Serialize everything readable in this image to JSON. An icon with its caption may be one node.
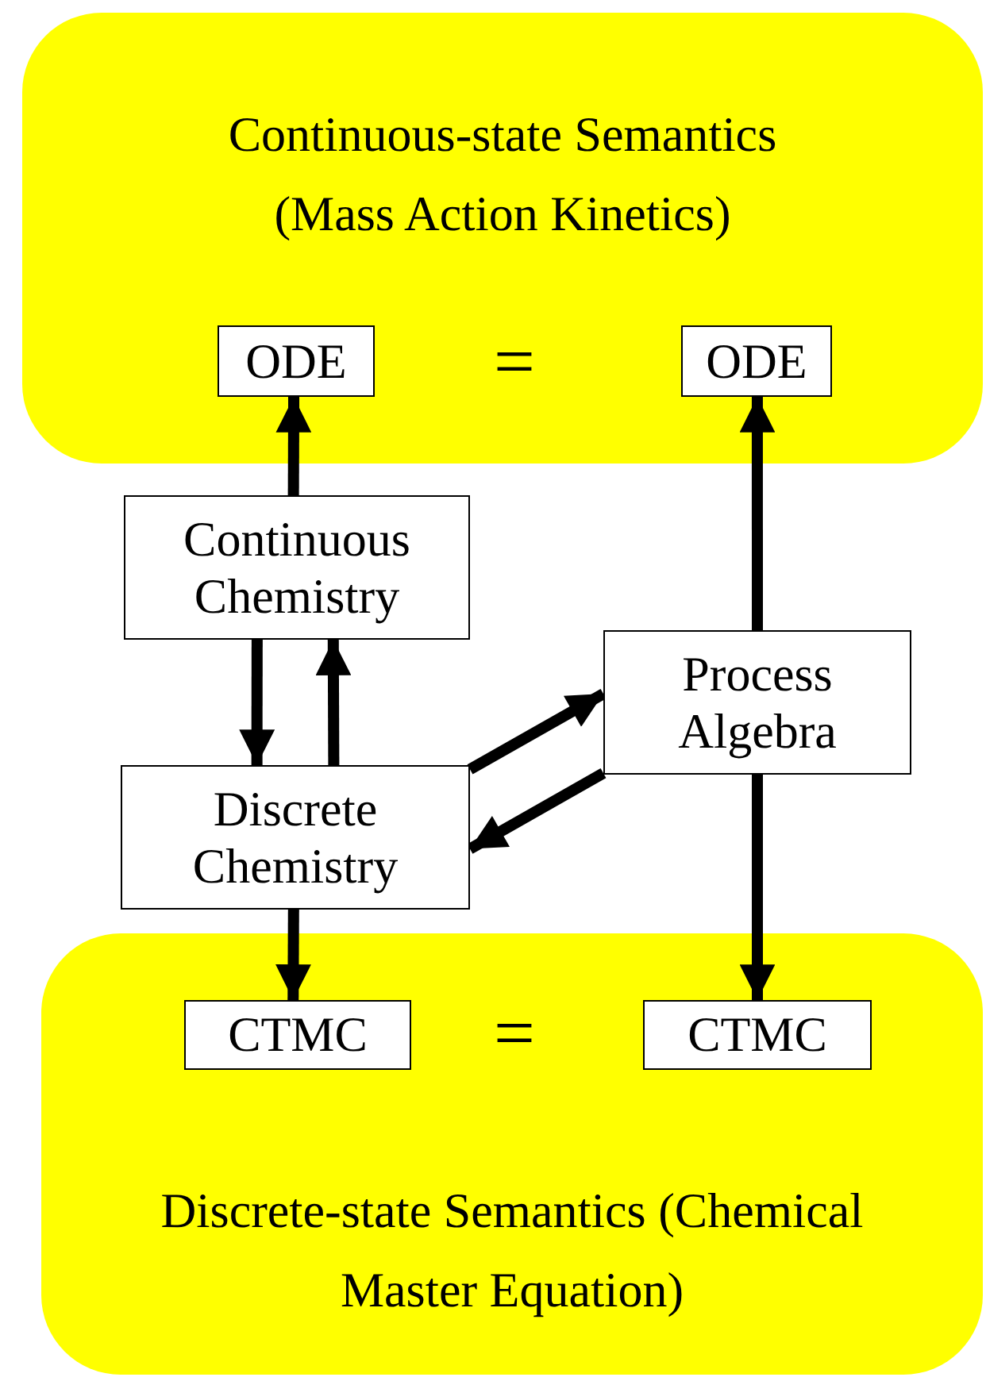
{
  "diagram": {
    "nodes": [
      {
        "text": [
          "Continuous-state Semantics (Mass Action Kinetics)"
        ]
      },
      {
        "text": [
          "ODE"
        ],
        "in": 0
      },
      {
        "text": [
          "ODE"
        ],
        "in": 0
      },
      {
        "text": [
          "Continuous Chemistry"
        ]
      },
      {
        "text": [
          "Discrete Chemistry"
        ]
      },
      {
        "text": [
          "Process Algebra"
        ]
      },
      {
        "text": [
          "Discrete-state Semantics (Chemical Master Equation)"
        ]
      },
      {
        "text": [
          "CTMC"
        ],
        "in": 6
      },
      {
        "text": [
          "CTMC"
        ],
        "in": 6
      }
    ],
    "edges": [
      {
        "from": 3,
        "to": 1,
        "arrow": "to"
      },
      {
        "from": 3,
        "to": 4,
        "arrow": "to"
      },
      {
        "from": 4,
        "to": 3,
        "arrow": "to"
      },
      {
        "from": 4,
        "to": 5,
        "arrow": "to"
      },
      {
        "from": 5,
        "to": 4,
        "arrow": "to"
      },
      {
        "from": 5,
        "to": 2,
        "arrow": "to"
      },
      {
        "from": 5,
        "to": 8,
        "arrow": "to"
      },
      {
        "from": 4,
        "to": 7,
        "arrow": "to"
      }
    ],
    "labels": [
      "=",
      "="
    ]
  }
}
